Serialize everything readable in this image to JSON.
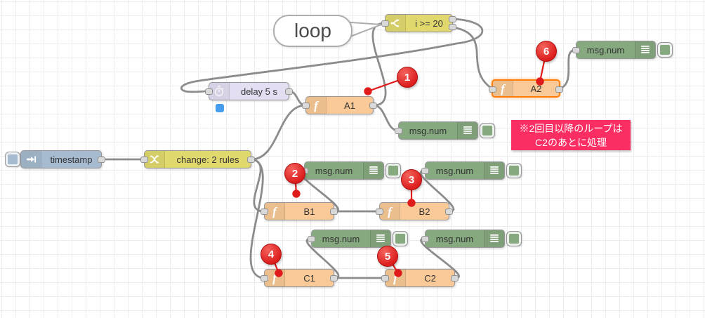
{
  "app": {
    "name": "Node-RED flow editor canvas"
  },
  "nodes": {
    "inject": {
      "label": "timestamp",
      "type": "inject"
    },
    "change": {
      "label": "change: 2 rules",
      "type": "change"
    },
    "delay": {
      "label": "delay 5 s",
      "type": "delay",
      "status_dot": "blue"
    },
    "switch": {
      "label": "i >= 20",
      "type": "switch",
      "outputs": 2
    },
    "func_a1": {
      "label": "A1",
      "type": "function"
    },
    "func_a2": {
      "label": "A2",
      "type": "function",
      "selected": true
    },
    "func_b1": {
      "label": "B1",
      "type": "function"
    },
    "func_b2": {
      "label": "B2",
      "type": "function"
    },
    "func_c1": {
      "label": "C1",
      "type": "function"
    },
    "func_c2": {
      "label": "C2",
      "type": "function"
    },
    "debugs": [
      {
        "label": "msg.num"
      },
      {
        "label": "msg.num"
      },
      {
        "label": "msg.num"
      },
      {
        "label": "msg.num"
      },
      {
        "label": "msg.num"
      },
      {
        "label": "msg.num"
      }
    ]
  },
  "annotations": {
    "bubble_label": "loop",
    "markers": [
      "1",
      "2",
      "3",
      "4",
      "5",
      "6"
    ],
    "comment_line1": "※2回目以降のループは",
    "comment_line2": "C2のあとに処理"
  },
  "colors": {
    "inject": "#a6bbcf",
    "change_switch": "#e2d96e",
    "delay": "#e3def2",
    "function": "#f9c997",
    "debug": "#87a980",
    "selected_border": "#ff7f0e",
    "wire": "#8c8c8c",
    "marker_red": "#dc1d1d",
    "comment_bg": "#fb2e63",
    "status_blue": "#459df0"
  }
}
